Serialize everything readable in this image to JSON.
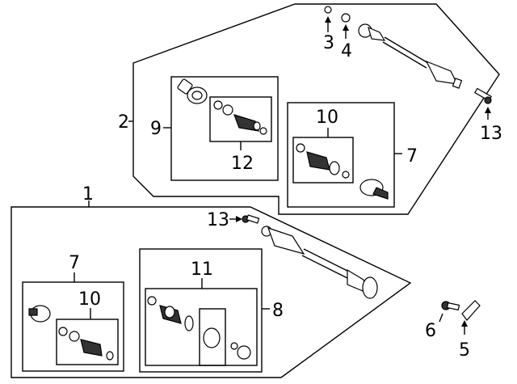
{
  "diagram": {
    "background": "#ffffff",
    "ink": "#000000",
    "callouts": {
      "c1": "1",
      "c2": "2",
      "c3": "3",
      "c4": "4",
      "c5": "5",
      "c6": "6",
      "c7_upper": "7",
      "c7_lower": "7",
      "c8": "8",
      "c9": "9",
      "c10_upper": "10",
      "c10_lower": "10",
      "c11": "11",
      "c12": "12",
      "c13_upper": "13",
      "c13_lower": "13"
    }
  }
}
